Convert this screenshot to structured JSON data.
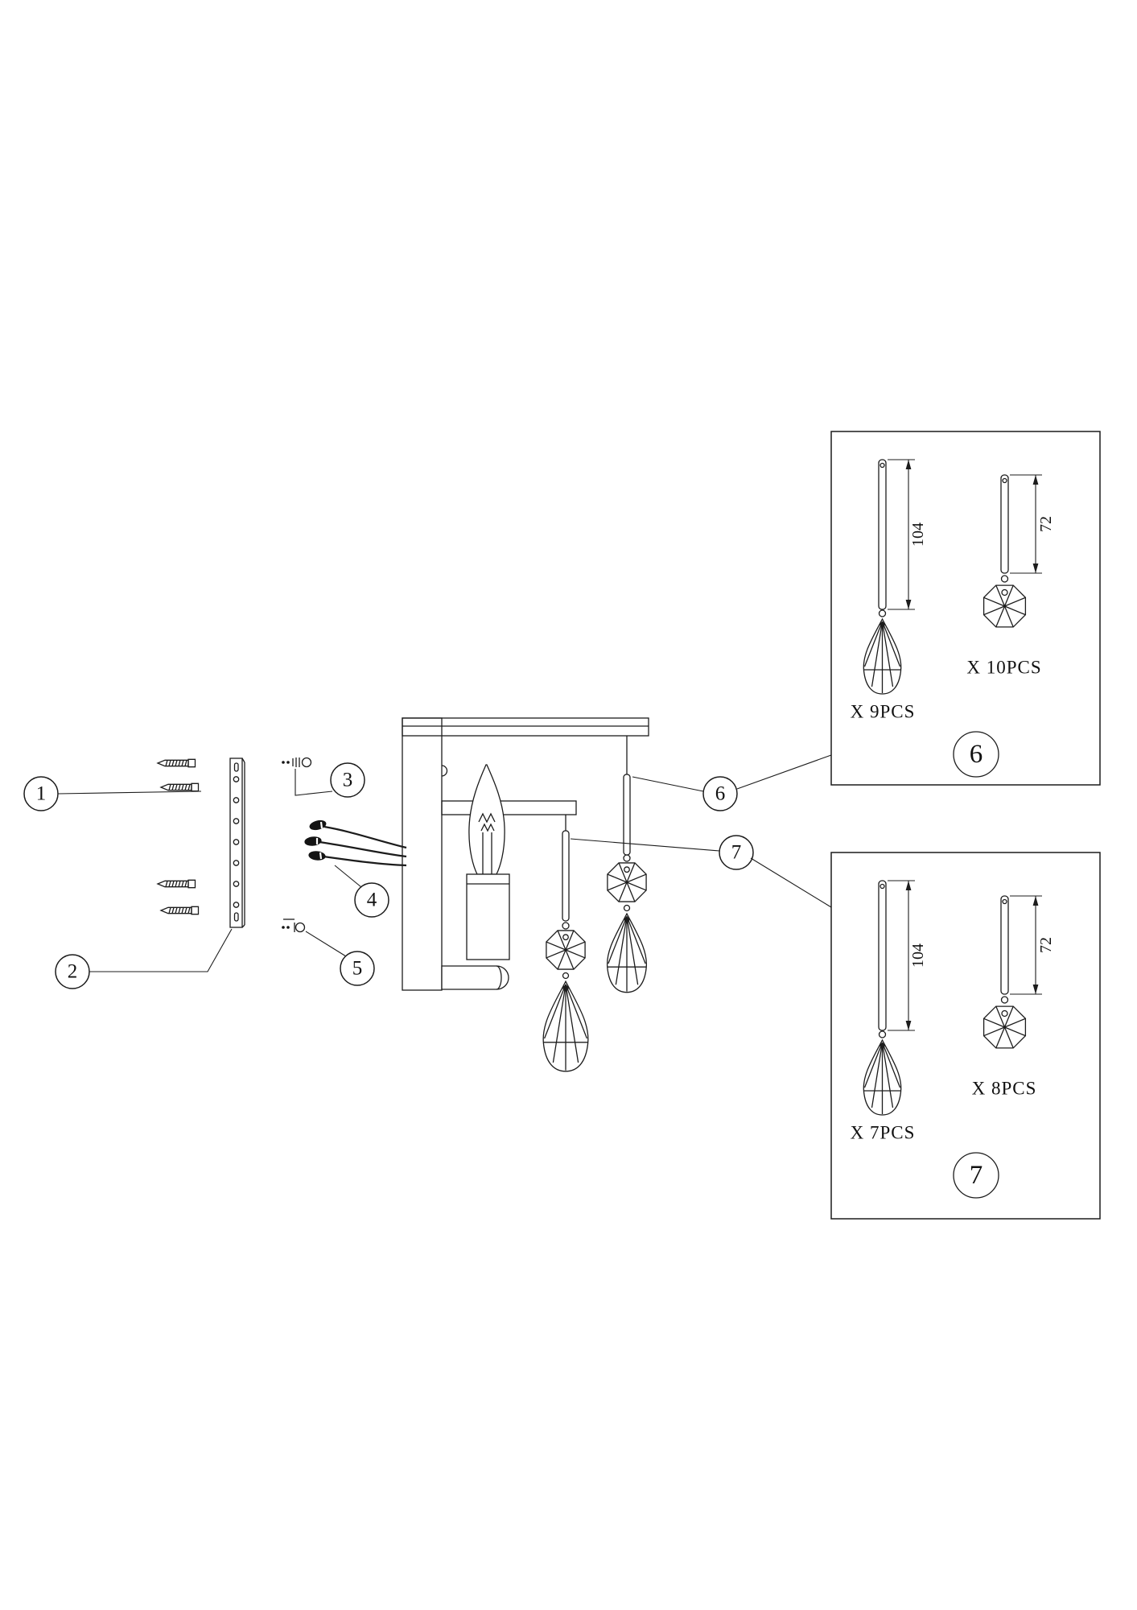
{
  "page": {
    "background": "#ffffff",
    "line_color": "#1c1c1c"
  },
  "callouts": {
    "c1": "1",
    "c2": "2",
    "c3": "3",
    "c4": "4",
    "c5": "5",
    "c6": "6",
    "c7": "7"
  },
  "detail_boxes": {
    "box6": {
      "label": "6",
      "long_pendant_dimension": "104",
      "long_pendant_qty": "X 9PCS",
      "short_pendant_dimension": "72",
      "short_pendant_qty": "X 10PCS"
    },
    "box7": {
      "label": "7",
      "long_pendant_dimension": "104",
      "long_pendant_qty": "X 7PCS",
      "short_pendant_dimension": "72",
      "short_pendant_qty": "X 8PCS"
    }
  }
}
